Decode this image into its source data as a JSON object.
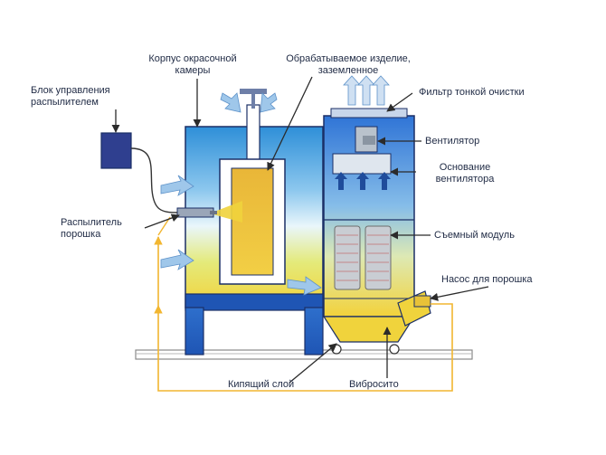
{
  "labels": {
    "booth_body": "Корпус окрасочной\nкамеры",
    "workpiece": "Обрабатываемое изделие,\nзаземленное",
    "control_unit": "Блок управления\nраспылителем",
    "fine_filter": "Фильтр тонкой очистки",
    "fan": "Вентилятор",
    "fan_base": "Основание\nвентилятора",
    "sprayer": "Распылитель\nпорошка",
    "removable_module": "Съемный модуль",
    "powder_pump": "Насос для порошка",
    "fluid_bed": "Кипящий слой",
    "vibro_sieve": "Вибросито"
  },
  "colors": {
    "accent_yellow": "#f0d33c",
    "booth_blue": "#3aa0de",
    "cabinet_blue": "#2d6fd0",
    "outline": "#1b2f66",
    "arrow": "#2b2b2b",
    "flow_line": "#f2b630",
    "control_box": "#2f3f8f"
  }
}
